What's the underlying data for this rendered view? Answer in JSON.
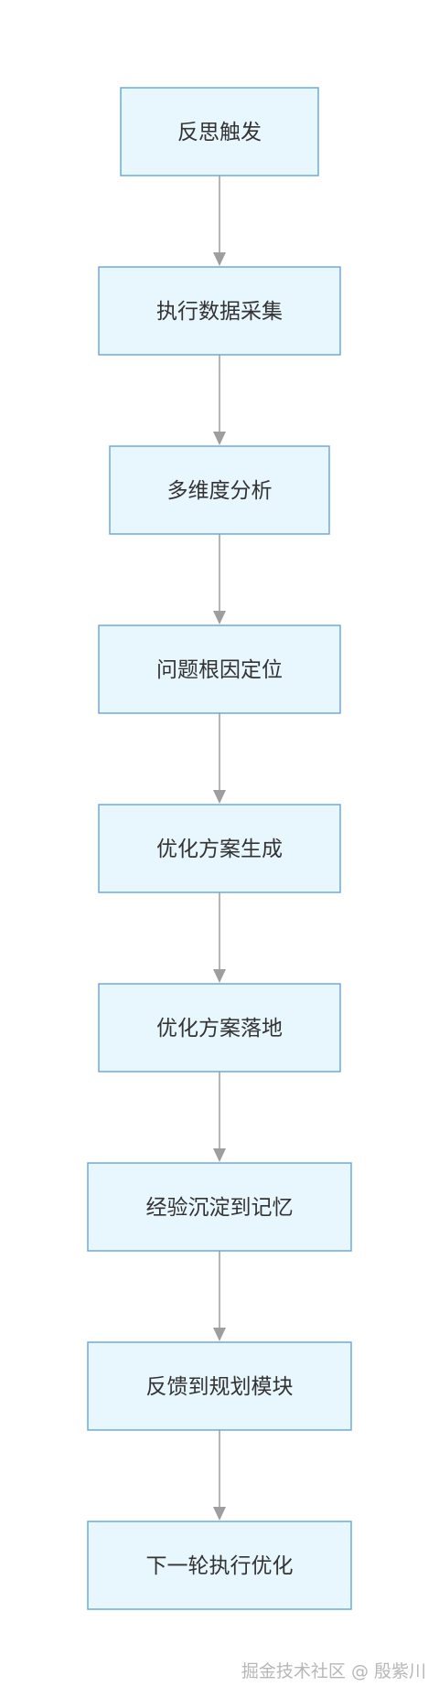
{
  "flowchart": {
    "nodes": [
      {
        "id": "n1",
        "label": "反思触发"
      },
      {
        "id": "n2",
        "label": "执行数据采集"
      },
      {
        "id": "n3",
        "label": "多维度分析"
      },
      {
        "id": "n4",
        "label": "问题根因定位"
      },
      {
        "id": "n5",
        "label": "优化方案生成"
      },
      {
        "id": "n6",
        "label": "优化方案落地"
      },
      {
        "id": "n7",
        "label": "经验沉淀到记忆"
      },
      {
        "id": "n8",
        "label": "反馈到规划模块"
      },
      {
        "id": "n9",
        "label": "下一轮执行优化"
      }
    ],
    "edges": [
      {
        "from": "n1",
        "to": "n2"
      },
      {
        "from": "n2",
        "to": "n3"
      },
      {
        "from": "n3",
        "to": "n4"
      },
      {
        "from": "n4",
        "to": "n5"
      },
      {
        "from": "n5",
        "to": "n6"
      },
      {
        "from": "n6",
        "to": "n7"
      },
      {
        "from": "n7",
        "to": "n8"
      },
      {
        "from": "n8",
        "to": "n9"
      }
    ]
  },
  "watermark": "掘金技术社区 @ 殷紫川"
}
